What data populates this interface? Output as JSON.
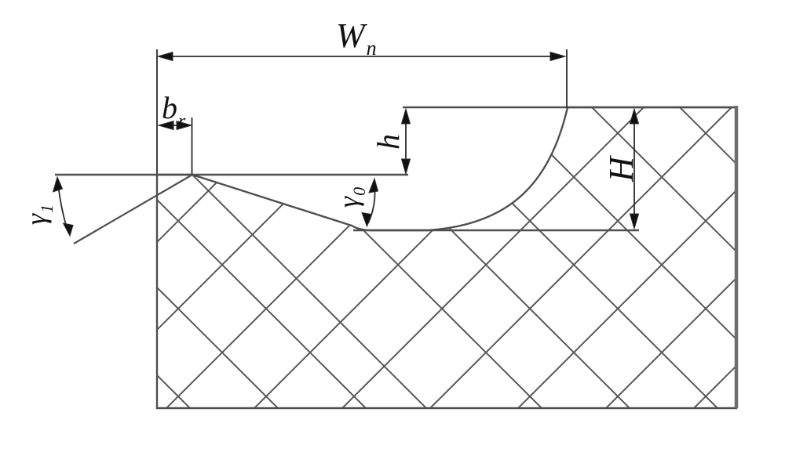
{
  "labels": {
    "wn": {
      "base": "W",
      "sub": "n"
    },
    "br": {
      "base": "b",
      "sub": "r"
    },
    "h": {
      "base": "h"
    },
    "H": {
      "base": "H"
    },
    "gamma0": {
      "base": "γ",
      "sub": "0"
    },
    "gamma1": {
      "base": "γ",
      "sub": "1"
    }
  },
  "colors": {
    "outline": "#4f4f4f",
    "hatch": "#575757",
    "right_edge": "#6e6e6e",
    "dimension": "#2b2b2b",
    "text": "#111111",
    "background": "#ffffff"
  }
}
